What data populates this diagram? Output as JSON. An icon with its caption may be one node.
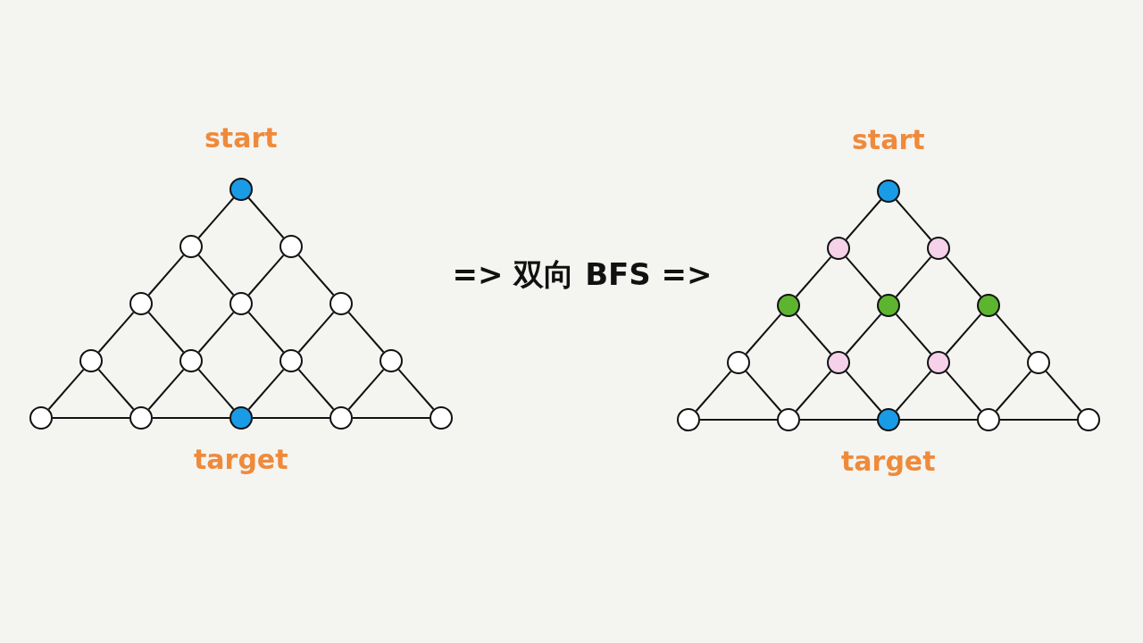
{
  "diagram": {
    "nodes": [
      {
        "text": [],
        "shape": "circle",
        "beside": [
          "start"
        ]
      },
      {
        "text": [],
        "shape": "circle"
      },
      {
        "text": [],
        "shape": "circle"
      },
      {
        "text": [],
        "shape": "circle"
      },
      {
        "text": [],
        "shape": "circle"
      },
      {
        "text": [],
        "shape": "circle"
      },
      {
        "text": [],
        "shape": "circle"
      },
      {
        "text": [],
        "shape": "circle"
      },
      {
        "text": [],
        "shape": "circle"
      },
      {
        "text": [],
        "shape": "circle"
      },
      {
        "text": [],
        "shape": "circle"
      },
      {
        "text": [],
        "shape": "circle"
      },
      {
        "text": [],
        "shape": "circle",
        "beside": [
          "target"
        ]
      },
      {
        "text": [],
        "shape": "circle"
      },
      {
        "text": [],
        "shape": "circle"
      },
      {
        "text": [],
        "shape": "circle",
        "beside": [
          "start"
        ]
      },
      {
        "text": [],
        "shape": "circle"
      },
      {
        "text": [],
        "shape": "circle"
      },
      {
        "text": [],
        "shape": "circle"
      },
      {
        "text": [],
        "shape": "circle"
      },
      {
        "text": [],
        "shape": "circle"
      },
      {
        "text": [],
        "shape": "circle"
      },
      {
        "text": [],
        "shape": "circle"
      },
      {
        "text": [],
        "shape": "circle"
      },
      {
        "text": [],
        "shape": "circle"
      },
      {
        "text": [],
        "shape": "circle"
      },
      {
        "text": [],
        "shape": "circle"
      },
      {
        "text": [],
        "shape": "circle",
        "beside": [
          "target"
        ]
      },
      {
        "text": [],
        "shape": "circle"
      },
      {
        "text": [],
        "shape": "circle"
      }
    ],
    "edges": [
      {
        "from": 0,
        "to": 1,
        "arrow": "none"
      },
      {
        "from": 0,
        "to": 2,
        "arrow": "none"
      },
      {
        "from": 1,
        "to": 3,
        "arrow": "none"
      },
      {
        "from": 1,
        "to": 4,
        "arrow": "none"
      },
      {
        "from": 2,
        "to": 4,
        "arrow": "none"
      },
      {
        "from": 2,
        "to": 5,
        "arrow": "none"
      },
      {
        "from": 3,
        "to": 6,
        "arrow": "none"
      },
      {
        "from": 3,
        "to": 7,
        "arrow": "none"
      },
      {
        "from": 4,
        "to": 7,
        "arrow": "none"
      },
      {
        "from": 4,
        "to": 8,
        "arrow": "none"
      },
      {
        "from": 5,
        "to": 8,
        "arrow": "none"
      },
      {
        "from": 5,
        "to": 9,
        "arrow": "none"
      },
      {
        "from": 6,
        "to": 10,
        "arrow": "none"
      },
      {
        "from": 6,
        "to": 11,
        "arrow": "none"
      },
      {
        "from": 7,
        "to": 11,
        "arrow": "none"
      },
      {
        "from": 7,
        "to": 12,
        "arrow": "none"
      },
      {
        "from": 8,
        "to": 12,
        "arrow": "none"
      },
      {
        "from": 8,
        "to": 13,
        "arrow": "none"
      },
      {
        "from": 9,
        "to": 13,
        "arrow": "none"
      },
      {
        "from": 9,
        "to": 14,
        "arrow": "none"
      },
      {
        "from": 10,
        "to": 11,
        "arrow": "none"
      },
      {
        "from": 11,
        "to": 12,
        "arrow": "none"
      },
      {
        "from": 12,
        "to": 13,
        "arrow": "none"
      },
      {
        "from": 13,
        "to": 14,
        "arrow": "none"
      },
      {
        "from": 15,
        "to": 16,
        "arrow": "none"
      },
      {
        "from": 15,
        "to": 17,
        "arrow": "none"
      },
      {
        "from": 16,
        "to": 18,
        "arrow": "none"
      },
      {
        "from": 16,
        "to": 19,
        "arrow": "none"
      },
      {
        "from": 17,
        "to": 19,
        "arrow": "none"
      },
      {
        "from": 17,
        "to": 20,
        "arrow": "none"
      },
      {
        "from": 18,
        "to": 21,
        "arrow": "none"
      },
      {
        "from": 18,
        "to": 22,
        "arrow": "none"
      },
      {
        "from": 19,
        "to": 22,
        "arrow": "none"
      },
      {
        "from": 19,
        "to": 23,
        "arrow": "none"
      },
      {
        "from": 20,
        "to": 23,
        "arrow": "none"
      },
      {
        "from": 20,
        "to": 24,
        "arrow": "none"
      },
      {
        "from": 21,
        "to": 25,
        "arrow": "none"
      },
      {
        "from": 21,
        "to": 26,
        "arrow": "none"
      },
      {
        "from": 22,
        "to": 26,
        "arrow": "none"
      },
      {
        "from": 22,
        "to": 27,
        "arrow": "none"
      },
      {
        "from": 23,
        "to": 27,
        "arrow": "none"
      },
      {
        "from": 23,
        "to": 28,
        "arrow": "none"
      },
      {
        "from": 24,
        "to": 28,
        "arrow": "none"
      },
      {
        "from": 24,
        "to": 29,
        "arrow": "none"
      },
      {
        "from": 25,
        "to": 26,
        "arrow": "none"
      },
      {
        "from": 26,
        "to": 27,
        "arrow": "none"
      },
      {
        "from": 27,
        "to": 28,
        "arrow": "none"
      },
      {
        "from": 28,
        "to": 29,
        "arrow": "none"
      }
    ],
    "labels": [
      "=> 双向 BFS =>"
    ]
  }
}
